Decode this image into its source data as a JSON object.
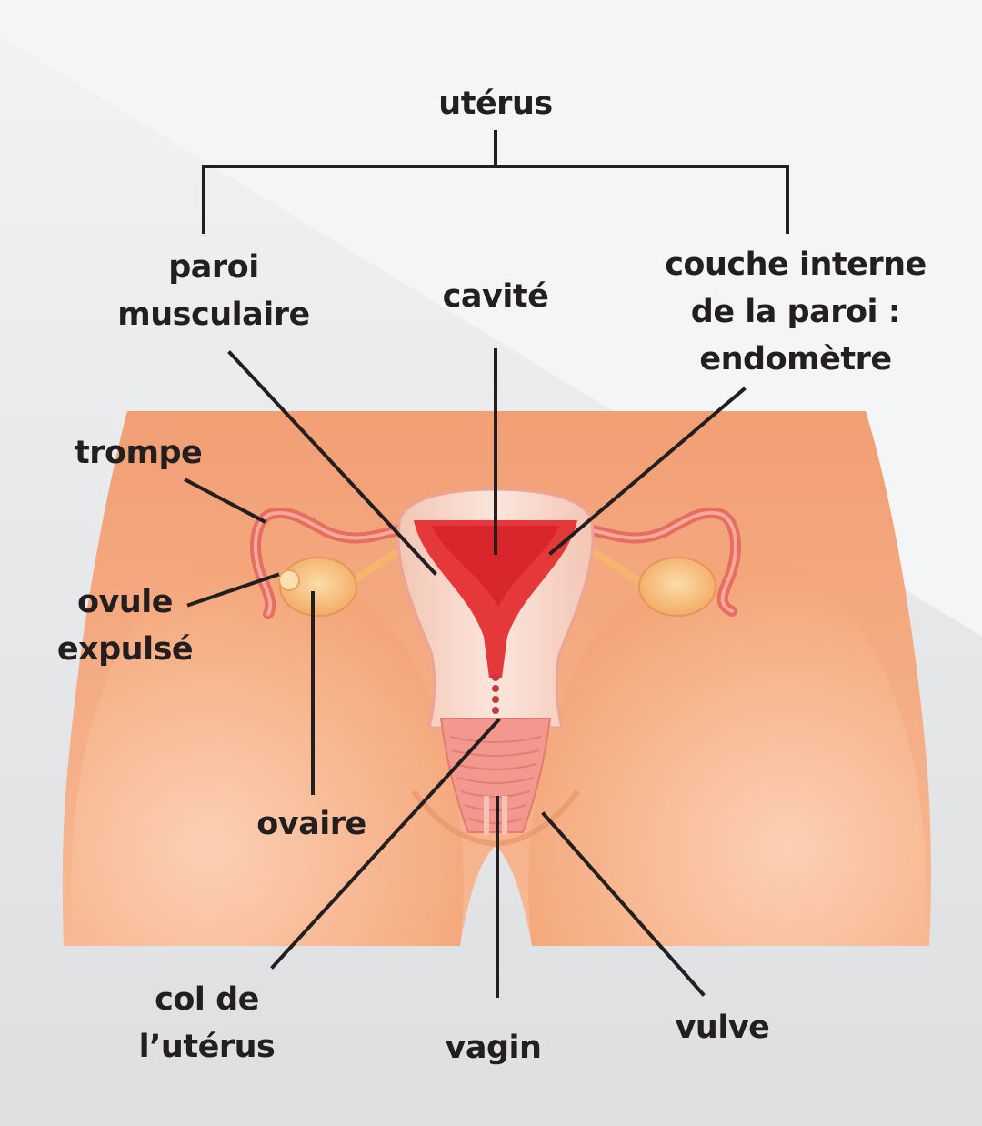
{
  "labels": {
    "uterus": "utérus",
    "paroi_line1": "paroi",
    "paroi_line2": "musculaire",
    "cavite": "cavité",
    "couche_line1": "couche interne",
    "couche_line2": "de la paroi :",
    "couche_line3": "endomètre",
    "trompe": "trompe",
    "ovule_line1": "ovule",
    "ovule_line2": "expulsé",
    "ovaire": "ovaire",
    "col_line1": "col de",
    "col_line2": "l’utérus",
    "vagin": "vagin",
    "vulve": "vulve"
  },
  "colors": {
    "background": "#eaebed",
    "skin": "#f6b18c",
    "skin_light": "#fcd6bd",
    "muscle_wall": "#f4c3b6",
    "endometrium": "#e5383b",
    "ovary": "#f7c27e",
    "tube": "#e8786a",
    "leader_line": "#231f20"
  }
}
